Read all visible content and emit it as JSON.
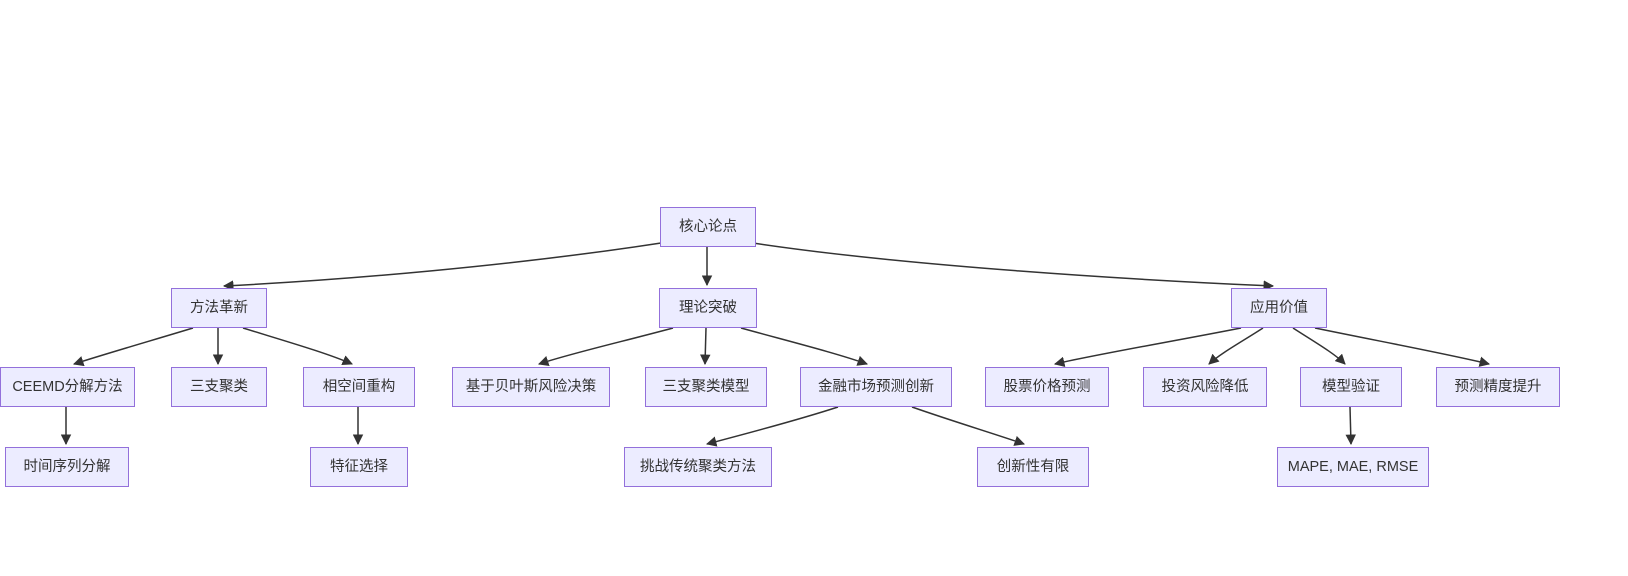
{
  "diagram": {
    "type": "flowchart-tree",
    "colors": {
      "node_fill": "#ECECFF",
      "node_border": "#9370DB",
      "edge": "#333333",
      "text": "#333333",
      "background": "#ffffff"
    },
    "nodes": {
      "core": {
        "label": "核心论点"
      },
      "method": {
        "label": "方法革新"
      },
      "theory": {
        "label": "理论突破"
      },
      "value": {
        "label": "应用价值"
      },
      "ceemd": {
        "label": "CEEMD分解方法"
      },
      "threeway": {
        "label": "三支聚类"
      },
      "phase": {
        "label": "相空间重构"
      },
      "bayes": {
        "label": "基于贝叶斯风险决策"
      },
      "threeway_model": {
        "label": "三支聚类模型"
      },
      "finance": {
        "label": "金融市场预测创新"
      },
      "stock": {
        "label": "股票价格预测"
      },
      "risk": {
        "label": "投资风险降低"
      },
      "validation": {
        "label": "模型验证"
      },
      "precision": {
        "label": "预测精度提升"
      },
      "timeseries": {
        "label": "时间序列分解"
      },
      "feature": {
        "label": "特征选择"
      },
      "challenge": {
        "label": "挑战传统聚类方法"
      },
      "limited": {
        "label": "创新性有限"
      },
      "metrics": {
        "label": "MAPE, MAE, RMSE"
      }
    },
    "edges": [
      {
        "from": "core",
        "to": "method"
      },
      {
        "from": "core",
        "to": "theory"
      },
      {
        "from": "core",
        "to": "value"
      },
      {
        "from": "method",
        "to": "ceemd"
      },
      {
        "from": "method",
        "to": "threeway"
      },
      {
        "from": "method",
        "to": "phase"
      },
      {
        "from": "theory",
        "to": "bayes"
      },
      {
        "from": "theory",
        "to": "threeway_model"
      },
      {
        "from": "theory",
        "to": "finance"
      },
      {
        "from": "value",
        "to": "stock"
      },
      {
        "from": "value",
        "to": "risk"
      },
      {
        "from": "value",
        "to": "validation"
      },
      {
        "from": "value",
        "to": "precision"
      },
      {
        "from": "ceemd",
        "to": "timeseries"
      },
      {
        "from": "phase",
        "to": "feature"
      },
      {
        "from": "finance",
        "to": "challenge"
      },
      {
        "from": "finance",
        "to": "limited"
      },
      {
        "from": "validation",
        "to": "metrics"
      }
    ]
  }
}
